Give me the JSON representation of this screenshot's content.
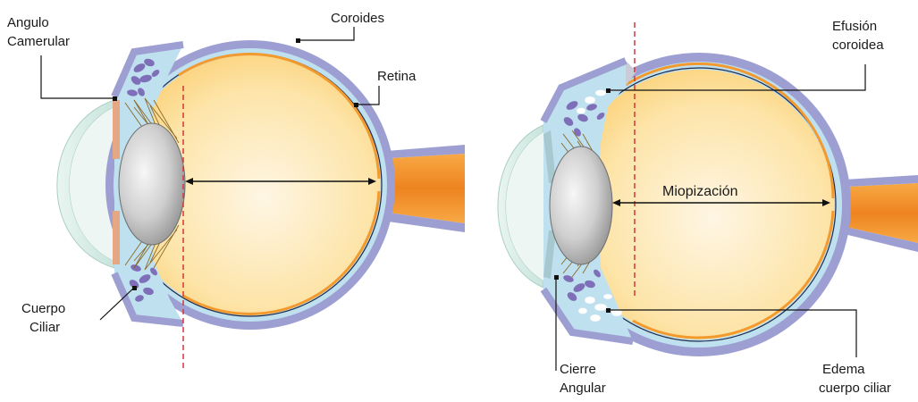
{
  "colors": {
    "sclera": "#9d9fd2",
    "sclera_dark": "#8486c0",
    "choroid_fill": "#bfe0ee",
    "retina_orange": "#f29a2e",
    "vitreous_fill": "#fbd98d",
    "vitreous_light": "#fdf3dc",
    "lens_light": "#f5f5f5",
    "lens_dark": "#9a9a9a",
    "nerve": "#f08a24",
    "cornea": "#d7ede7",
    "ciliary": "#7f6fb8",
    "zonules": "#8a6a28",
    "dashed": "#d6353a",
    "leader": "#111111"
  },
  "left_eye": {
    "labels": {
      "angle_line1": "Angulo",
      "angle_line2": "Camerular",
      "choroid": "Coroides",
      "retina": "Retina",
      "ciliary_line1": "Cuerpo",
      "ciliary_line2": "Ciliar"
    }
  },
  "right_eye": {
    "labels": {
      "effusion_line1": "Efusión",
      "effusion_line2": "coroidea",
      "myopization": "Miopización",
      "closure_line1": "Cierre",
      "closure_line2": "Angular",
      "edema_line1": "Edema",
      "edema_line2": "cuerpo ciliar"
    }
  }
}
